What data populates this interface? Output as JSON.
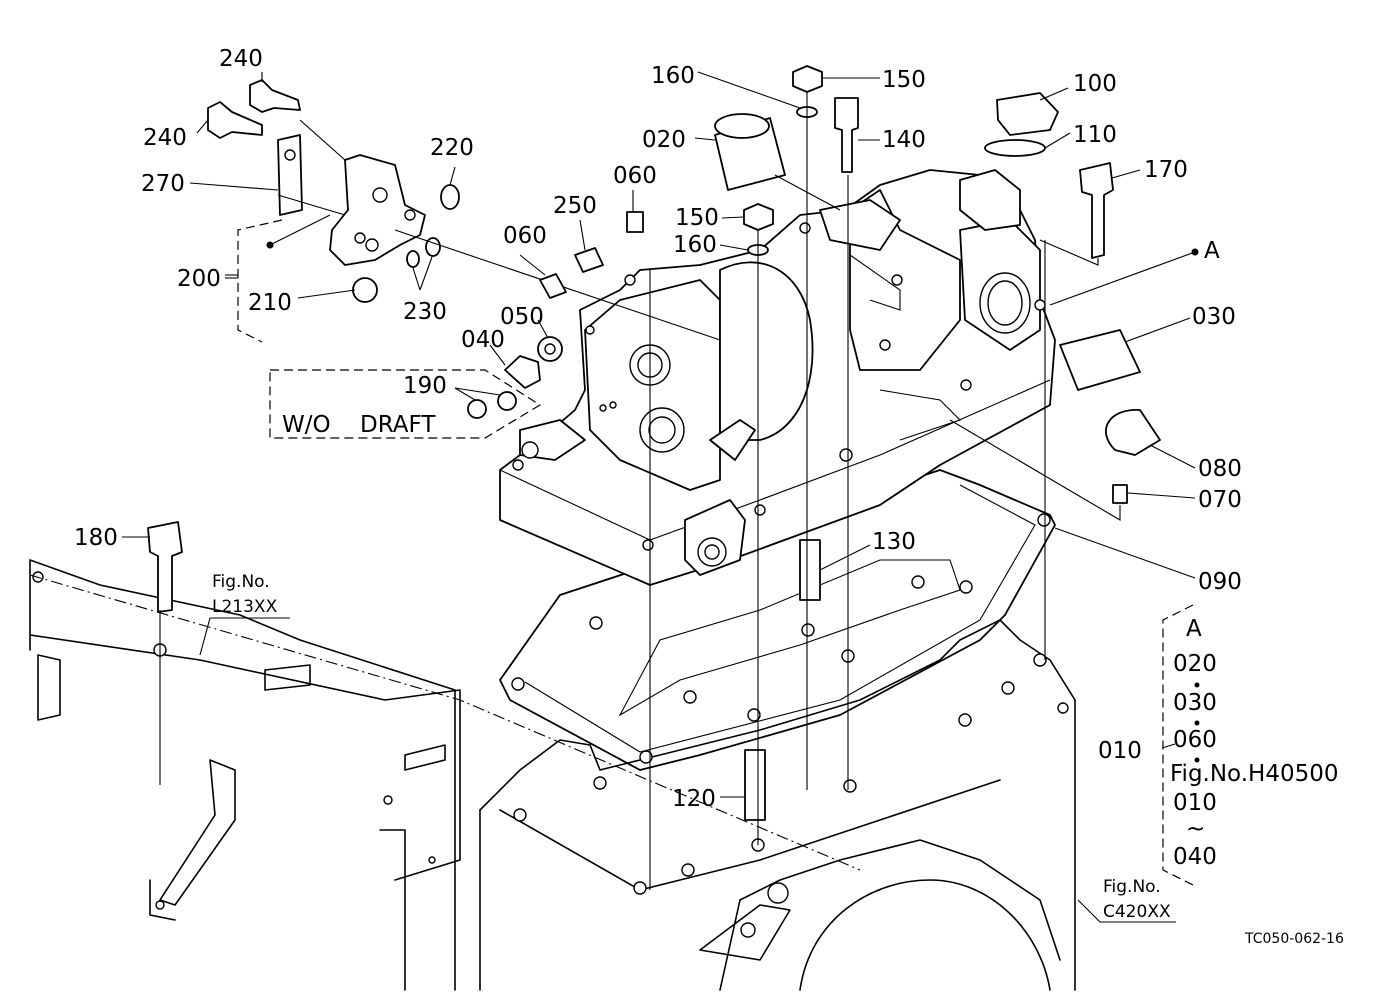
{
  "parts": {
    "p240a": "240",
    "p240b": "240",
    "p270": "270",
    "p200": "200",
    "p210": "210",
    "p220": "220",
    "p230": "230",
    "p250": "250",
    "p060a": "060",
    "p060b": "060",
    "p050": "050",
    "p040": "040",
    "p190": "190",
    "p020": "020",
    "p160a": "160",
    "p150a": "150",
    "p140": "140",
    "p150b": "150",
    "p160b": "160",
    "p100": "100",
    "p110": "110",
    "p170": "170",
    "pA": "A",
    "p030": "030",
    "p080": "080",
    "p070": "070",
    "p090": "090",
    "p130": "130",
    "p120": "120",
    "p180": "180",
    "p010": "010"
  },
  "note": {
    "wo": "W/O",
    "draft": "DRAFT"
  },
  "refs": {
    "fig_label": "Fig.No.",
    "l213": "L213XX",
    "c420": "C420XX"
  },
  "group_010": {
    "items": [
      "A",
      "020",
      "030",
      "060",
      "Fig.No.H40500",
      "010",
      "~",
      "040"
    ]
  },
  "drawing_code": "TC050-062-16"
}
